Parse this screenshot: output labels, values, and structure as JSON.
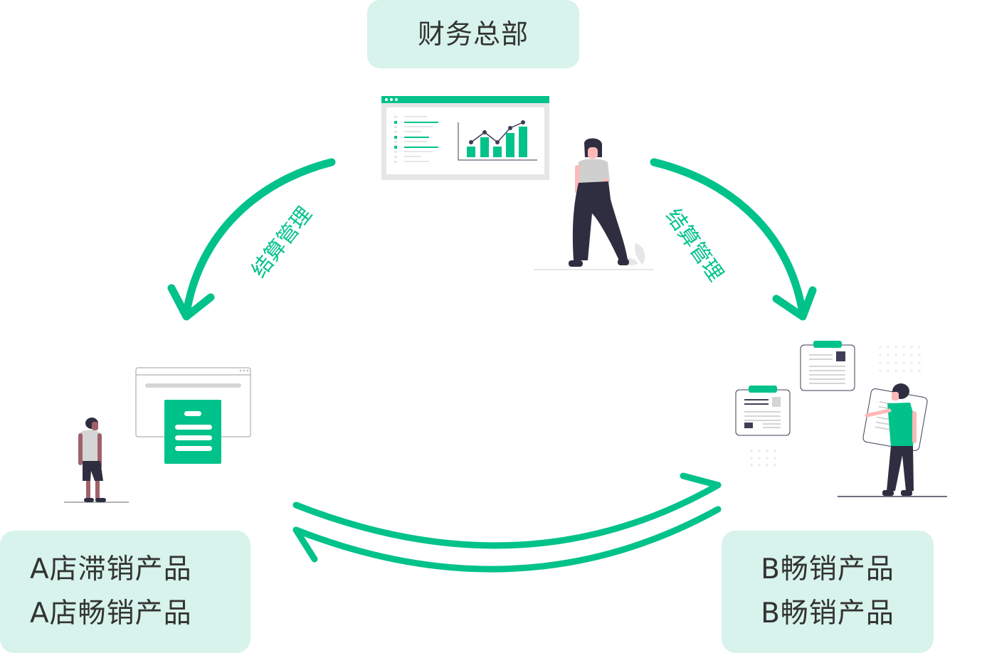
{
  "diagram": {
    "headquarters": {
      "label": "财务总部"
    },
    "left_store": {
      "lines": [
        "A店滞销产品",
        "A店畅销产品"
      ]
    },
    "right_store": {
      "lines": [
        "B畅销产品",
        "B畅销产品"
      ]
    },
    "arrows": {
      "hq_to_left": {
        "label": "结算管理",
        "direction": "headquarters -> left_store"
      },
      "hq_to_right": {
        "label": "结算管理",
        "direction": "headquarters -> right_store"
      },
      "left_to_right": {
        "label": "",
        "direction": "left_store -> right_store"
      },
      "right_to_left": {
        "label": "",
        "direction": "right_store -> left_store"
      }
    },
    "illustrations": [
      "dashboard-bar-line-chart",
      "standing-woman",
      "man-viewing-document-window",
      "man-holding-card-with-documents"
    ]
  },
  "colors": {
    "accent": "#00c28a",
    "node_bg": "#d7f3eb",
    "text": "#333333",
    "dark": "#3f3d56",
    "gray": "#e6e6e6"
  }
}
